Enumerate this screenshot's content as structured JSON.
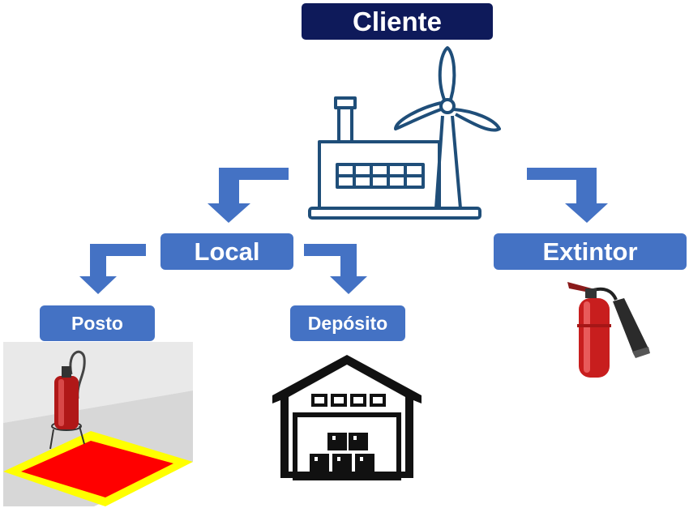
{
  "nodes": {
    "cliente": "Cliente",
    "local": "Local",
    "extintor": "Extintor",
    "posto": "Posto",
    "deposito": "Depósito"
  },
  "colors": {
    "title_box": "#0e1a5a",
    "node_box": "#4472c4",
    "arrow": "#4472c4",
    "factory_outline": "#1f4e79",
    "extinguisher_red": "#d62828",
    "floor_yellow": "#ffff00",
    "floor_red": "#ff0000"
  },
  "icons": [
    "factory-wind-turbine-icon",
    "fire-extinguisher-station-icon",
    "warehouse-icon",
    "fire-extinguisher-icon"
  ]
}
